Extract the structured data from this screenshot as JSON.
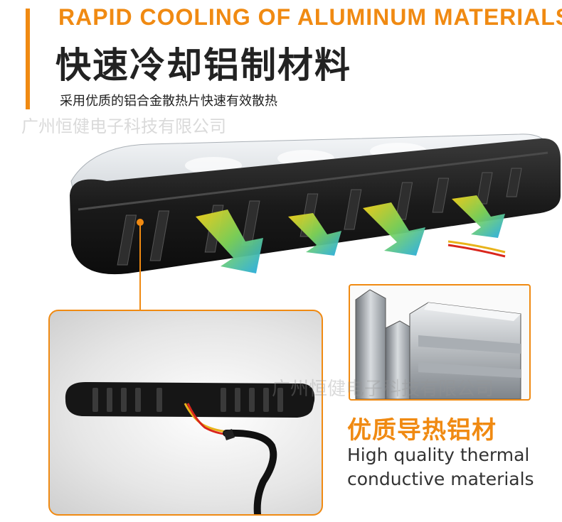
{
  "header": {
    "title_en": "RAPID COOLING OF ALUMINUM MATERIALS",
    "title_cn": "快速冷却铝制材料",
    "subtitle_cn": "采用优质的铝合金散热片快速有效散热"
  },
  "watermark": {
    "text": "广州恒健电子科技有限公司"
  },
  "feature": {
    "title_cn": "优质导热铝材",
    "desc_en_line1": "High quality thermal",
    "desc_en_line2": "conductive materials"
  },
  "colors": {
    "accent": "#f08a12",
    "text_dark": "#222222",
    "housing": "#1a1a1a"
  },
  "icons": {
    "airflow": "airflow-arrow-icon",
    "callout": "callout-dot-icon"
  }
}
